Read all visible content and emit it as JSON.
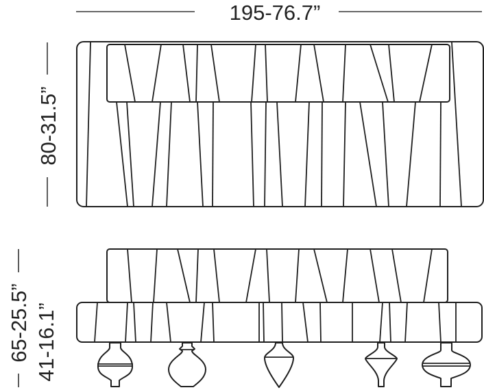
{
  "dimensions": {
    "width_label": "195-76.7”",
    "depth_label": "80-31.5”",
    "height_label": "65-25.5”",
    "seat_height_label": "41-16.1”"
  },
  "drawing": {
    "title": "Sofa technical drawing: top view and front elevation",
    "views": [
      "top-view",
      "front-view"
    ],
    "leg_count": 5,
    "leg_styles": [
      "sphere-banded",
      "vase",
      "cone",
      "diabolo",
      "sphere-banded"
    ],
    "stroke_color": "#1e1e1e",
    "background_color": "#ffffff"
  },
  "geometry": {
    "top_seat_stripes": [
      [
        132,
        62,
        126,
        302
      ],
      [
        170,
        149,
        186,
        302
      ],
      [
        185,
        149,
        195,
        302
      ],
      [
        234,
        149,
        222,
        302
      ],
      [
        250,
        149,
        243,
        302
      ],
      [
        288,
        149,
        296,
        302
      ],
      [
        311,
        149,
        310,
        302
      ],
      [
        366,
        149,
        370,
        302
      ],
      [
        388,
        149,
        386,
        302
      ],
      [
        404,
        149,
        412,
        302
      ],
      [
        451,
        149,
        445,
        302
      ],
      [
        470,
        149,
        469,
        302
      ],
      [
        504,
        149,
        501,
        302
      ],
      [
        525,
        149,
        549,
        302
      ],
      [
        558,
        149,
        567,
        302
      ],
      [
        606,
        149,
        593,
        302
      ],
      [
        643,
        149,
        642,
        302
      ],
      [
        659,
        62,
        673,
        302
      ]
    ],
    "top_back_stripes": [
      [
        182,
        65,
        197,
        149
      ],
      [
        235,
        65,
        222,
        149
      ],
      [
        267,
        65,
        277,
        149
      ],
      [
        288,
        65,
        286,
        149
      ],
      [
        308,
        65,
        320,
        149
      ],
      [
        373,
        65,
        367,
        149
      ],
      [
        387,
        65,
        390,
        149
      ],
      [
        439,
        65,
        431,
        149
      ],
      [
        458,
        65,
        472,
        149
      ],
      [
        504,
        65,
        500,
        149
      ],
      [
        540,
        65,
        566,
        149
      ],
      [
        567,
        65,
        575,
        149
      ],
      [
        630,
        65,
        612,
        149
      ]
    ],
    "front_back_stripes": [
      [
        186,
        364,
        192,
        442
      ],
      [
        229,
        364,
        224,
        442
      ],
      [
        259,
        364,
        277,
        442
      ],
      [
        289,
        364,
        286,
        442
      ],
      [
        312,
        364,
        320,
        442
      ],
      [
        373,
        364,
        359,
        442
      ],
      [
        389,
        364,
        393,
        442
      ],
      [
        436,
        364,
        431,
        442
      ],
      [
        458,
        364,
        477,
        442
      ],
      [
        507,
        364,
        500,
        442
      ],
      [
        540,
        364,
        553,
        442
      ],
      [
        572,
        364,
        585,
        442
      ],
      [
        630,
        364,
        618,
        442
      ]
    ],
    "front_seat_stripes": [
      [
        142,
        442,
        138,
        500
      ],
      [
        186,
        442,
        183,
        500
      ],
      [
        195,
        442,
        198,
        500
      ],
      [
        223,
        442,
        220,
        500
      ],
      [
        243,
        442,
        249,
        500
      ],
      [
        298,
        442,
        293,
        500
      ],
      [
        310,
        442,
        312,
        500
      ],
      [
        378,
        442,
        378,
        500
      ],
      [
        384,
        442,
        385,
        500
      ],
      [
        411,
        442,
        412,
        500
      ],
      [
        442,
        442,
        449,
        500
      ],
      [
        467,
        442,
        468,
        500
      ],
      [
        514,
        442,
        514,
        500
      ],
      [
        558,
        442,
        554,
        500
      ],
      [
        568,
        442,
        570,
        500
      ],
      [
        594,
        442,
        591,
        500
      ],
      [
        640,
        442,
        643,
        500
      ],
      [
        665,
        442,
        665,
        500
      ]
    ]
  }
}
